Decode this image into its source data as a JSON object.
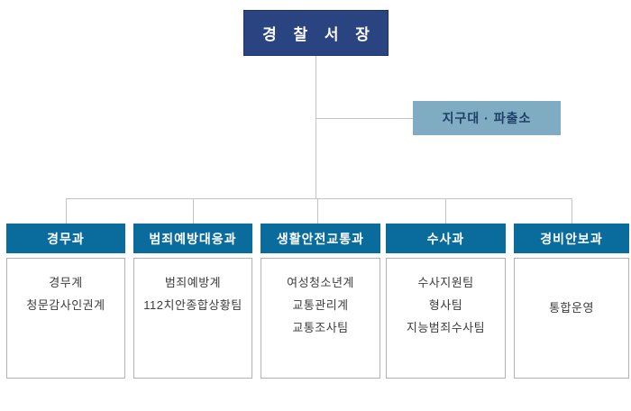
{
  "chart": {
    "type": "org-chart",
    "root": {
      "label": "경 찰 서 장"
    },
    "side_box": {
      "label": "지구대 · 파출소"
    },
    "departments": [
      {
        "name": "경무과",
        "units": [
          "경무계",
          "청문감사인권계"
        ]
      },
      {
        "name": "범죄예방대응과",
        "units": [
          "범죄예방계",
          "112치안종합상황팀"
        ]
      },
      {
        "name": "생활안전교통과",
        "units": [
          "여성청소년계",
          "교통관리계",
          "교통조사팀"
        ]
      },
      {
        "name": "수사과",
        "units": [
          "수사지원팀",
          "형사팀",
          "지능범죄수사팀"
        ]
      },
      {
        "name": "경비안보과",
        "units": [
          "통합운영"
        ]
      }
    ],
    "colors": {
      "root_bg": "#2A4381",
      "dept_header_bg": "#0A6C9C",
      "side_box_bg": "#7FACC2",
      "side_box_text": "#1F3F66",
      "connector_line": "#C4C4C4",
      "body_border": "#B2B2B2",
      "body_text": "#3C3C3C",
      "header_text": "#FFFFFF"
    }
  }
}
